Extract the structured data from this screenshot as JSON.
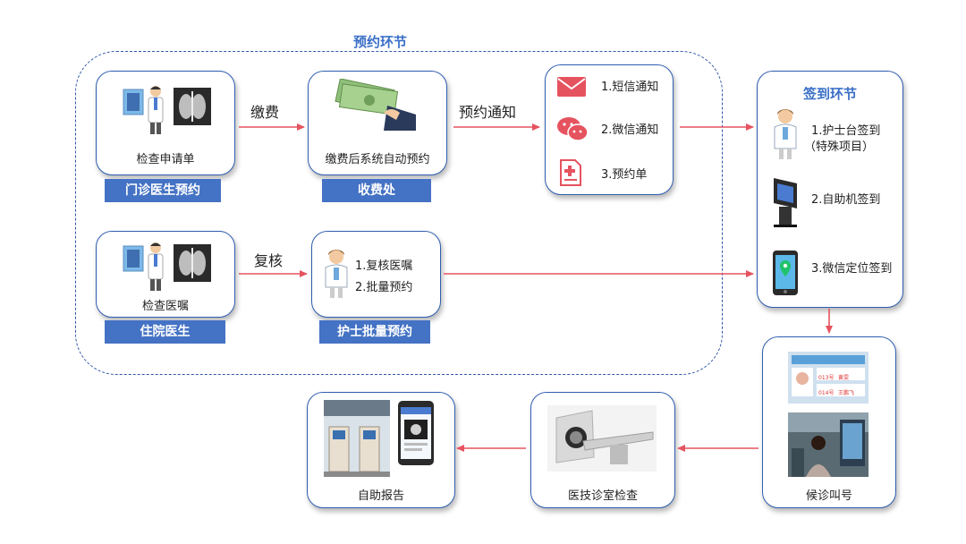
{
  "booking_section_title": "预约环节",
  "checkin_section_title": "签到环节",
  "outpatient": {
    "caption": "检查申请单",
    "tag": "门诊医生预约"
  },
  "cashier": {
    "caption": "缴费后系统自动预约",
    "tag": "收费处"
  },
  "inpatient": {
    "caption": "检查医嘱",
    "tag": "住院医生"
  },
  "nurse": {
    "items": [
      "1.复核医嘱",
      "2.批量预约"
    ],
    "tag": "护士批量预约"
  },
  "arrows": {
    "pay": "缴费",
    "notify": "预约通知",
    "review": "复核"
  },
  "notifications": [
    "1.短信通知",
    "2.微信通知",
    "3.预约单"
  ],
  "checkin": {
    "items": [
      "1.护士台签到",
      "（特殊项目）",
      "2.自助机签到",
      "3.微信定位签到"
    ]
  },
  "waiting": {
    "caption": "候诊叫号",
    "screen_codes": [
      "013号",
      "014号"
    ],
    "screen_names": [
      "黄雯",
      "王鹏飞"
    ]
  },
  "exam": {
    "caption": "医技诊室检查"
  },
  "report": {
    "caption": "自助报告"
  },
  "colors": {
    "accent": "#4472c4",
    "border": "#2f5eb0",
    "arrow": "#e5535f",
    "title": "#3a6fc6"
  }
}
